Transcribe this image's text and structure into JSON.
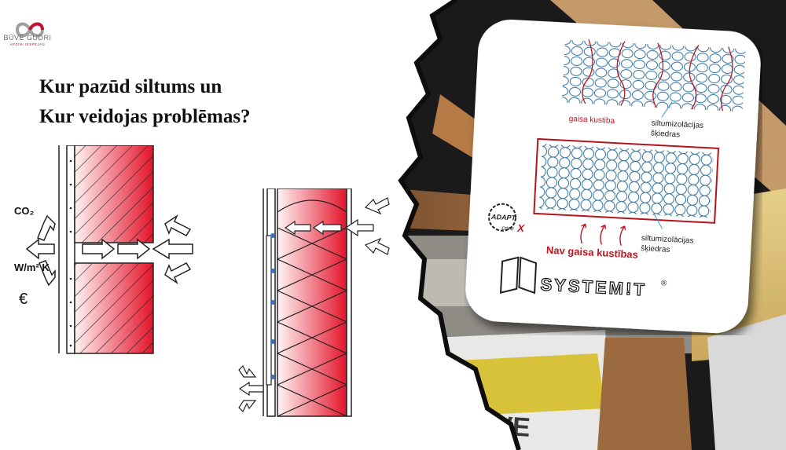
{
  "logo": {
    "name": "BŪVĒ GUDRI",
    "tagline": "APZINI IESPĒJAS"
  },
  "title": {
    "line1": "Kur pazūd siltums un",
    "line2": "Kur veidojas problēmas?"
  },
  "left_diagram": {
    "co2": "CO₂",
    "unit": "W/m² K",
    "currency": "€"
  },
  "card": {
    "air_movement": "gaisa kustiba",
    "fibers_top_l1": "siltumizolācijas",
    "fibers_top_l2": "šķiedras",
    "brand_l1": "ADAPT",
    "brand_l2": "core",
    "brand_x": "X",
    "no_air_movement": "Nav gaisa kustības",
    "fibers_bottom_l1": "siltumizolācijas",
    "fibers_bottom_l2": "šķiedras",
    "system_brand": "SYSTEM!T",
    "registered": "®"
  },
  "colors": {
    "red": "#d91a2a",
    "brand_red": "#b22222",
    "circle_blue": "#2f6f9c",
    "card_red": "#b4141e"
  }
}
